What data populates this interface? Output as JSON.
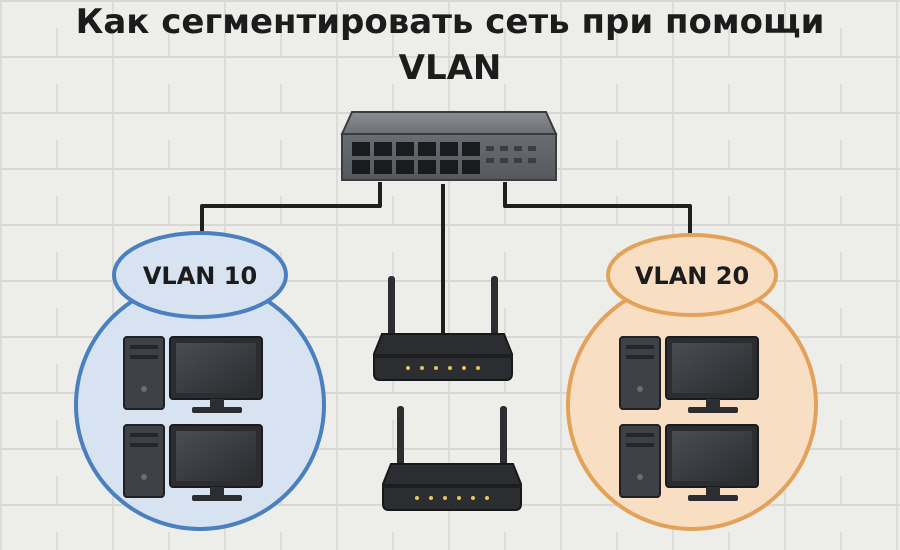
{
  "title": {
    "line1": "Как сегментировать сеть при помощи",
    "line2": "VLAN"
  },
  "groups": [
    {
      "label": "VLAN 10",
      "color": "#4a7fc0",
      "fill": "#d8e3f1"
    },
    {
      "label": "VLAN 20",
      "color": "#e3a25a",
      "fill": "#f8dfc4"
    }
  ],
  "devices": {
    "switch_icon": "network-switch-icon",
    "router_icon": "wifi-router-icon",
    "computer_icon": "desktop-computer-icon"
  }
}
